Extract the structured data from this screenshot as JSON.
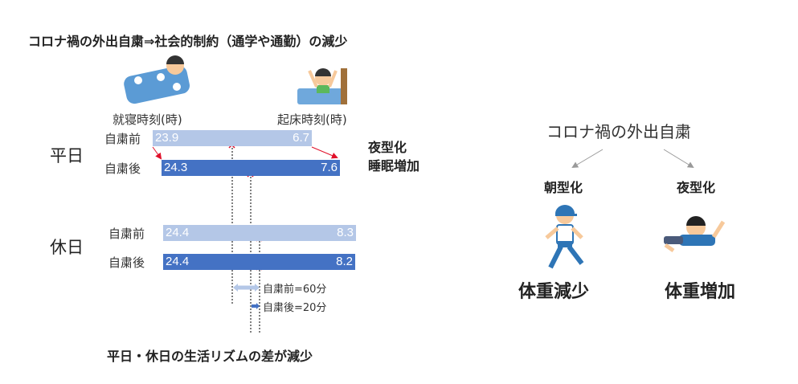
{
  "title": "コロナ禍の外出自粛⇒社会的制約（通学や通勤）の減少",
  "bedtime_label": "就寝時刻(時)",
  "wake_label": "起床時刻(時)",
  "weekday": {
    "label": "平日",
    "rows": [
      {
        "label": "自粛前",
        "bed": "23.9",
        "wake": "6.7"
      },
      {
        "label": "自粛後",
        "bed": "24.3",
        "wake": "7.6"
      }
    ]
  },
  "holiday": {
    "label": "休日",
    "rows": [
      {
        "label": "自粛前",
        "bed": "24.4",
        "wake": "8.3"
      },
      {
        "label": "自粛後",
        "bed": "24.4",
        "wake": "8.2"
      }
    ]
  },
  "effect": {
    "line1": "夜型化",
    "line2": "睡眠増加"
  },
  "diff": {
    "before": "自粛前=60分",
    "after": "自粛後=20分"
  },
  "conclusion": "平日・休日の生活リズムの差が減少",
  "right": {
    "top": "コロナ禍の外出自粛",
    "left_type": "朝型化",
    "right_type": "夜型化",
    "left_result": "体重減少",
    "right_result": "体重増加"
  },
  "colors": {
    "light": "#b4c7e7",
    "dark": "#4472c4",
    "mark": "#e0102a"
  }
}
